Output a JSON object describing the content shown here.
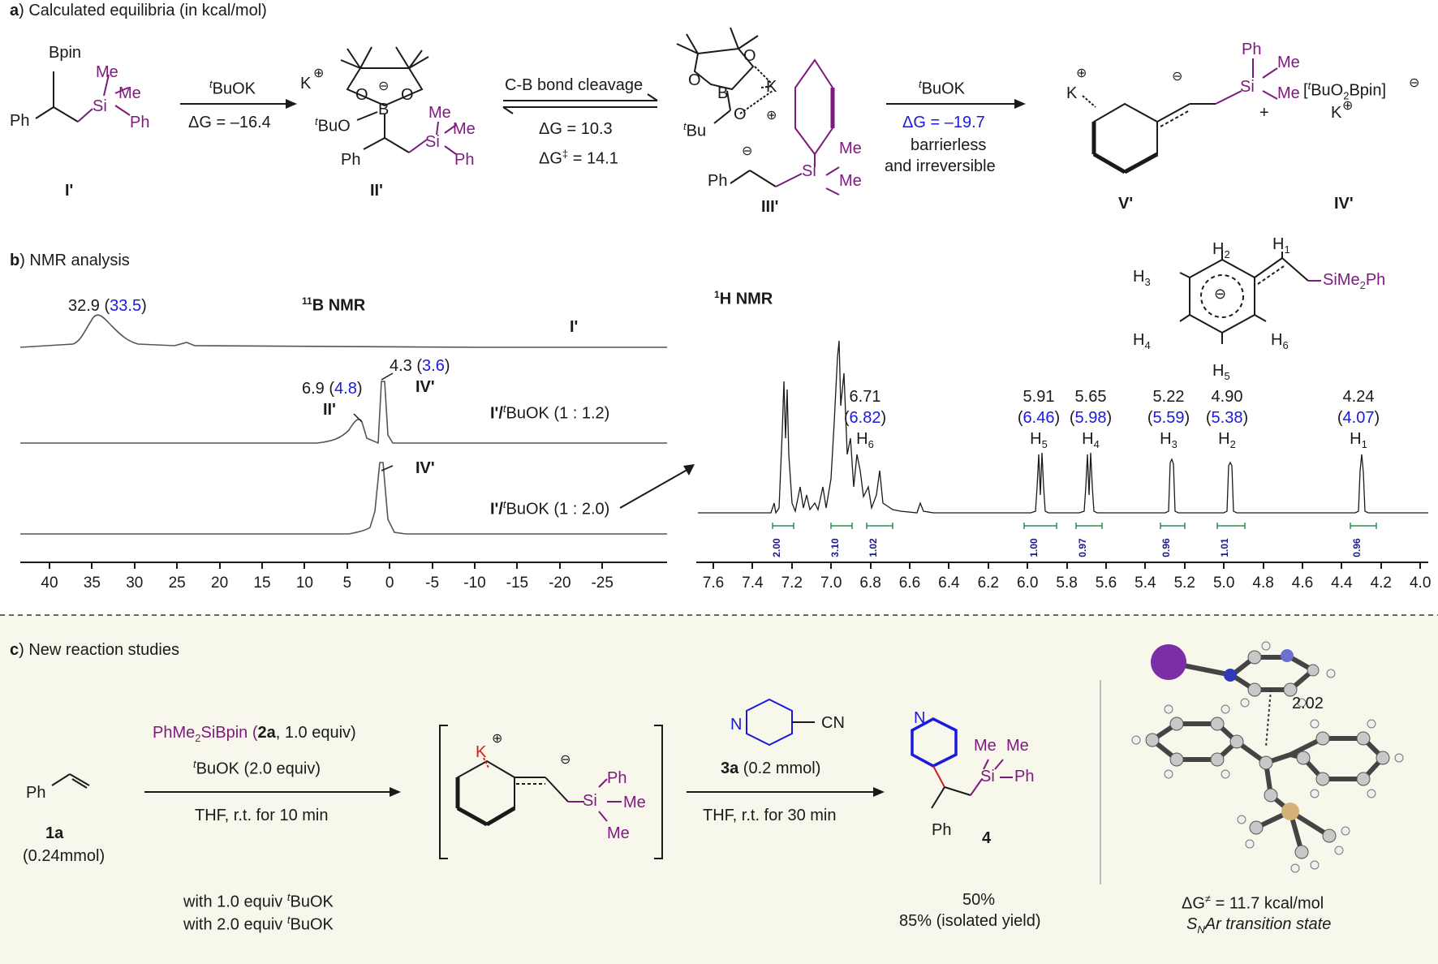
{
  "panel_a": {
    "label_letter": "a",
    "label_text": ") Calculated equilibria (in kcal/mol)",
    "I": {
      "bpin": "Bpin",
      "me1": "Me",
      "me2": "Me",
      "si": "Si",
      "ph1": "Ph",
      "ph2": "Ph",
      "id": "I'"
    },
    "step1": {
      "reagent_sup": "t",
      "reagent": "BuOK",
      "dg": "ΔG = –16.4"
    },
    "II": {
      "k": "K",
      "o1": "O",
      "o2": "O",
      "b": "B",
      "tbuo_sup": "t",
      "tbuo": "BuO",
      "ph": "Ph",
      "me1": "Me",
      "me2": "Me",
      "si": "Si",
      "ph2": "Ph",
      "id": "II'"
    },
    "step2": {
      "title": "C-B bond cleavage",
      "dg": "ΔG = 10.3",
      "dgts": "ΔG",
      "dgts_sup": "‡",
      "dgts_val": " = 14.1"
    },
    "III": {
      "o1": "O",
      "o2": "O",
      "b": "B",
      "k": "K",
      "o3": "O",
      "tbu_sup": "t",
      "tbu": "Bu",
      "ph": "Ph",
      "si": "Si",
      "me1": "Me",
      "me2": "Me",
      "id": "III'"
    },
    "step3": {
      "reagent_sup": "t",
      "reagent": "BuOK",
      "dg": "ΔG = –19.7",
      "note1": "barrierless",
      "note2": "and irreversible"
    },
    "V": {
      "k": "K",
      "ph": "Ph",
      "si": "Si",
      "me1": "Me",
      "me2": "Me",
      "id": "V'"
    },
    "plus": "+",
    "IV": {
      "formula_pre": "[",
      "sup": "t",
      "formula": "BuO",
      "sub": "2",
      "formula2": "Bpin]",
      "k": "K",
      "id": "IV'"
    }
  },
  "panel_b": {
    "label_letter": "b",
    "label_text": ") NMR analysis",
    "b_nmr": {
      "title_sup": "11",
      "title": "B NMR",
      "peak1_val": "32.9",
      "peak1_calc": "33.5",
      "peak2_val": "6.9",
      "peak2_calc": "4.8",
      "peak2_id": "II'",
      "peak3_val": "4.3",
      "peak3_calc": "3.6",
      "peak3_id": "IV'",
      "peak4_id": "IV'",
      "trace1_label": "I'",
      "trace2_label_a": "I'/",
      "trace2_label_sup": "t",
      "trace2_label_b": "BuOK (1 : 1.2)",
      "trace3_label_a": "I'/",
      "trace3_label_sup": "t",
      "trace3_label_b": "BuOK (1 : 2.0)",
      "axis_ticks": [
        "40",
        "35",
        "30",
        "25",
        "20",
        "15",
        "10",
        "5",
        "0",
        "-5",
        "-10",
        "-15",
        "-20",
        "-25"
      ]
    },
    "h_nmr": {
      "title_sup": "1",
      "title": "H NMR",
      "structure": {
        "h1": "H",
        "h1s": "1",
        "h2": "H",
        "h2s": "2",
        "h3": "H",
        "h3s": "3",
        "h4": "H",
        "h4s": "4",
        "h5": "H",
        "h5s": "5",
        "h6": "H",
        "h6s": "6",
        "si": "SiMe",
        "si_sub": "2",
        "si2": "Ph"
      },
      "peaks": [
        {
          "val": "6.71",
          "calc": "6.82",
          "h": "H",
          "hs": "6"
        },
        {
          "val": "5.91",
          "calc": "6.46",
          "h": "H",
          "hs": "5"
        },
        {
          "val": "5.65",
          "calc": "5.98",
          "h": "H",
          "hs": "4"
        },
        {
          "val": "5.22",
          "calc": "5.59",
          "h": "H",
          "hs": "3"
        },
        {
          "val": "4.90",
          "calc": "5.38",
          "h": "H",
          "hs": "2"
        },
        {
          "val": "4.24",
          "calc": "4.07",
          "h": "H",
          "hs": "1"
        }
      ],
      "integrals": [
        "2.00",
        "3.10",
        "1.02",
        "1.00",
        "0.97",
        "0.96",
        "1.01",
        "0.96"
      ],
      "axis_ticks": [
        "7.6",
        "7.4",
        "7.2",
        "7.0",
        "6.8",
        "6.6",
        "6.4",
        "6.2",
        "6.0",
        "5.8",
        "5.6",
        "5.4",
        "5.2",
        "5.0",
        "4.8",
        "4.6",
        "4.4",
        "4.2",
        "4.0"
      ]
    }
  },
  "panel_c": {
    "label_letter": "c",
    "label_text": ") New reaction studies",
    "sm": {
      "ph": "Ph",
      "id": "1a",
      "amount": "(0.24mmol)"
    },
    "reagents": {
      "line1_a": "PhMe",
      "line1_sub": "2",
      "line1_b": "SiBpin (",
      "line1_bold": "2a",
      "line1_c": ", 1.0  equiv)",
      "line2_sup": "t",
      "line2": "BuOK (2.0 equiv)",
      "line3": "THF, r.t. for 10 min"
    },
    "intermediate": {
      "k": "K",
      "ph": "Ph",
      "si": "Si",
      "me1": "Me",
      "me2": "Me"
    },
    "step2": {
      "n": "N",
      "cn": "CN",
      "bold": "3a",
      "amount": " (0.2 mmol)",
      "cond": "THF, r.t. for 30 min"
    },
    "product": {
      "n": "N",
      "me1": "Me",
      "me2": "Me",
      "si": "Si",
      "ph": "Ph",
      "ph2": "Ph",
      "id": "4"
    },
    "conditions_left": {
      "l1_a": "with 1.0 equiv ",
      "l1_sup": "t",
      "l1_b": "BuOK",
      "l2_a": "with 2.0 equiv ",
      "l2_sup": "t",
      "l2_b": "BuOK"
    },
    "yields": {
      "l1": "50%",
      "l2": "85% (isolated yield)"
    },
    "ts": {
      "dist": "2.02",
      "dg": "ΔG",
      "dg_sup": "≠",
      "dg_val": " = 11.7 kcal/mol",
      "label_a": "S",
      "label_sub": "N",
      "label_b": "Ar transition state"
    }
  },
  "colors": {
    "blue": "#1a1adc",
    "purple": "#7d1a7d",
    "navy": "#1a1a8c",
    "green": "#2e8b57",
    "panel_bg": "#f8f7ec",
    "red": "#cc1f1f"
  }
}
